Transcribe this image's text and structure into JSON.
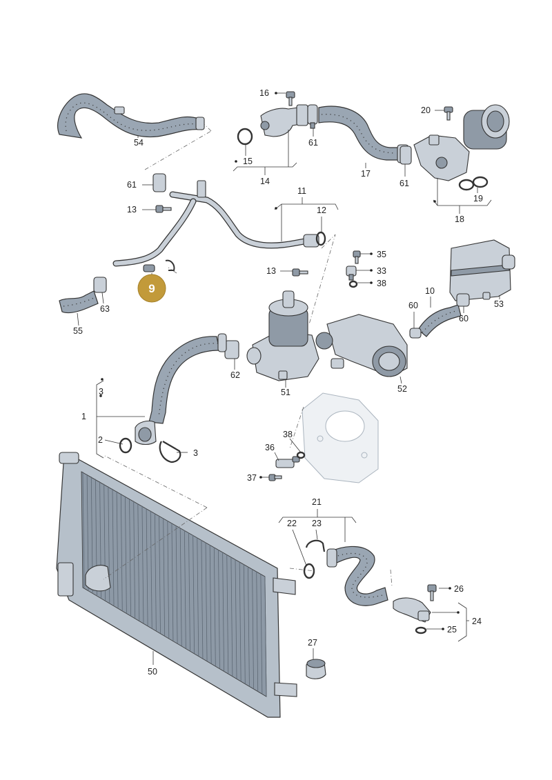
{
  "labels": {
    "p1": "1",
    "p2": "2",
    "p3a": "3",
    "p3b": "3",
    "p10": "10",
    "p11": "11",
    "p12": "12",
    "p13a": "13",
    "p13b": "13",
    "p14": "14",
    "p15": "15",
    "p16": "16",
    "p17": "17",
    "p18": "18",
    "p19": "19",
    "p20": "20",
    "p21": "21",
    "p22": "22",
    "p23": "23",
    "p24": "24",
    "p25": "25",
    "p26": "26",
    "p27": "27",
    "p33": "33",
    "p35": "35",
    "p36": "36",
    "p37": "37",
    "p38a": "38",
    "p38b": "38",
    "p50": "50",
    "p51": "51",
    "p52": "52",
    "p53": "53",
    "p54": "54",
    "p55": "55",
    "p60a": "60",
    "p60b": "60",
    "p61a": "61",
    "p61b": "61",
    "p61c": "61",
    "p62": "62",
    "p63": "63"
  },
  "highlight": {
    "label": "9",
    "color": "#c29a3a"
  },
  "colors": {
    "part_fill": "#9aa6b3",
    "metal_fill": "#c9d0d8",
    "line": "#333333"
  }
}
